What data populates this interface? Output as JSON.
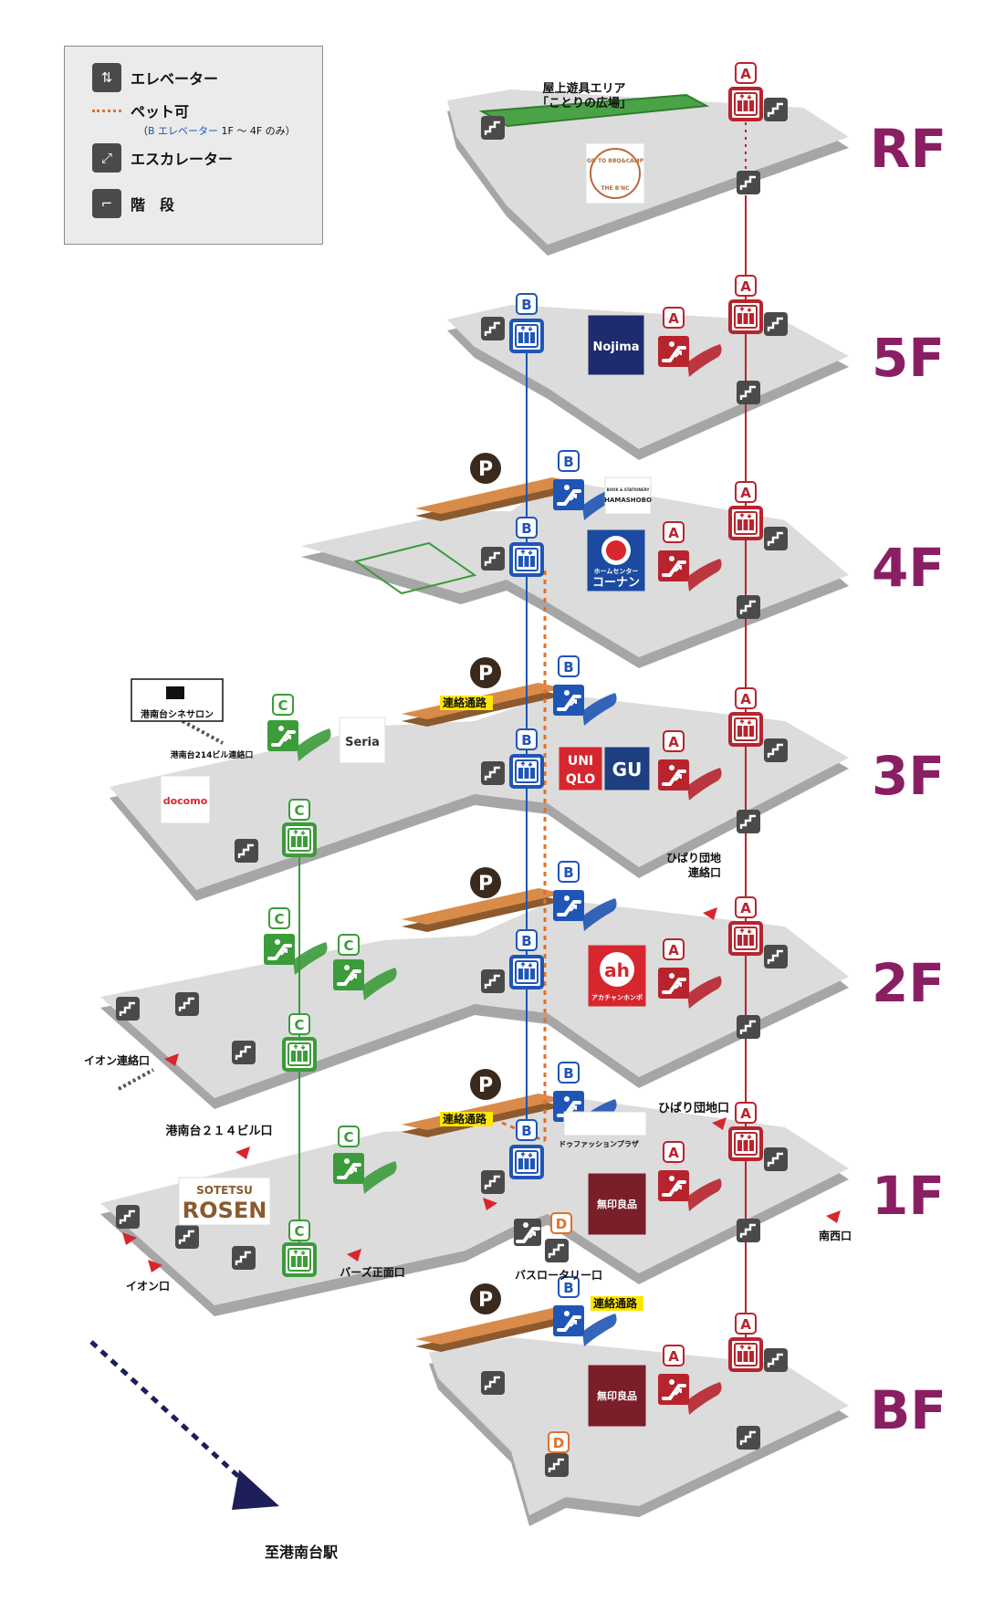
{
  "legend": {
    "elevator": "エレベーター",
    "pet": "ペット可",
    "pet_note_open": "（",
    "pet_note_b": "B エレベーター",
    "pet_note_rest": " 1F ～ 4F のみ）",
    "escalator": "エスカレーター",
    "stairs": "階　段"
  },
  "floors": [
    {
      "key": "RF",
      "label": "RF"
    },
    {
      "key": "5F",
      "label": "5F"
    },
    {
      "key": "4F",
      "label": "4F"
    },
    {
      "key": "3F",
      "label": "3F"
    },
    {
      "key": "2F",
      "label": "2F"
    },
    {
      "key": "1F",
      "label": "1F"
    },
    {
      "key": "BF",
      "label": "BF"
    }
  ],
  "badges": {
    "A": "A",
    "B": "B",
    "C": "C",
    "D": "D",
    "P": "P"
  },
  "rooftop": {
    "area_line1": "屋上遊具エリア",
    "area_line2": "「ことりの広場」"
  },
  "stores": {
    "bbq_top": "GO TO BBQ&CAMP",
    "bbq_bottom": "THE B'NC",
    "nojima": "Nojima",
    "hamashobo_small": "BOOK & STATIONERY",
    "hamashobo": "HAMASHOBO",
    "kohnan_small": "ホームセンター",
    "kohnan": "コーナン",
    "uniqlo_1": "UNI",
    "uniqlo_2": "QLO",
    "gu": "GU",
    "seria": "Seria",
    "docomo": "docomo",
    "akachan_logo": "ah",
    "akachan": "アカチャンホンポ",
    "dofashion": "ドゥファッションプラザ",
    "mujirushi": "無印良品",
    "sotetsu": "SOTETSU",
    "rosen": "ROSEN"
  },
  "labels": {
    "renraku": "連絡通路",
    "cinema": "港南台シネサロン",
    "bldg214_link": "港南台214ビル連絡口",
    "hibari_link_1": "ひばり団地",
    "hibari_link_2": "連絡口",
    "aeon_link": "イオン連絡口",
    "bldg214_entrance": "港南台２１４ビル口",
    "hibari_entrance": "ひばり団地口",
    "nansei": "南西口",
    "aeon_entrance": "イオン口",
    "bars_entrance": "バーズ正面口",
    "bus_rotary": "バスロータリー口",
    "station": "至港南台駅"
  },
  "colors": {
    "A": "#b8242e",
    "B": "#1f55b5",
    "C": "#3c9b3a",
    "D": "#e0702a",
    "floor_label": "#8a1e63",
    "slab": "#dcdcdc",
    "slab_edge": "#a6a6a6",
    "parking": "#d98b4a",
    "arrow": "#1e1e5a",
    "pet": "#e0702a",
    "entrance": "#d8262e"
  }
}
